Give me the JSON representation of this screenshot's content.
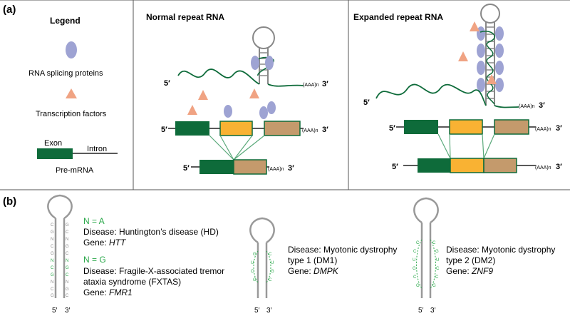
{
  "panel_a": {
    "label": "(a)",
    "legend": {
      "title": "Legend",
      "protein_label": "RNA splicing proteins",
      "tf_label": "Transcription factors",
      "exon_label": "Exon",
      "intron_label": "Intron",
      "premrna_label": "Pre-mRNA"
    },
    "normal": {
      "title": "Normal repeat RNA",
      "five_prime": "5′",
      "three_prime": "3′",
      "polyA": "(AAA)n"
    },
    "expanded": {
      "title": "Expanded repeat RNA",
      "five_prime": "5′",
      "three_prime": "3′",
      "polyA": "(AAA)n"
    }
  },
  "panel_b": {
    "label": "(b)",
    "hd_fxtas": {
      "n_eq_a": "N = A",
      "disease1": "Disease: Huntington’s disease (HD)",
      "gene1_prefix": "Gene: ",
      "gene1": "HTT",
      "n_eq_g": "N = G",
      "disease2_line1": "Disease: Fragile-X-associated tremor",
      "disease2_line2": "ataxia syndrome (FXTAS)",
      "gene2_prefix": "Gene: ",
      "gene2": "FMR1",
      "five_prime": "5′",
      "three_prime": "3′"
    },
    "dm1": {
      "disease_line1": "Disease: Myotonic dystrophy",
      "disease_line2": "type 1  (DM1)",
      "gene_prefix": "Gene: ",
      "gene": "DMPK",
      "five_prime": "5′",
      "three_prime": "3′"
    },
    "dm2": {
      "disease_line1": "Disease: Myotonic dystrophy",
      "disease_line2": "type 2  (DM2)",
      "gene_prefix": "Gene: ",
      "gene": "ZNF9",
      "five_prime": "5′",
      "three_prime": "3′"
    }
  },
  "colors": {
    "exon_green": "#0e6b3a",
    "yellow": "#f9b233",
    "tan": "#c49a6c",
    "protein": "#9ea3d3",
    "triangle": "#f0a383",
    "grey": "#999999",
    "seq_green": "#2aa84a"
  }
}
